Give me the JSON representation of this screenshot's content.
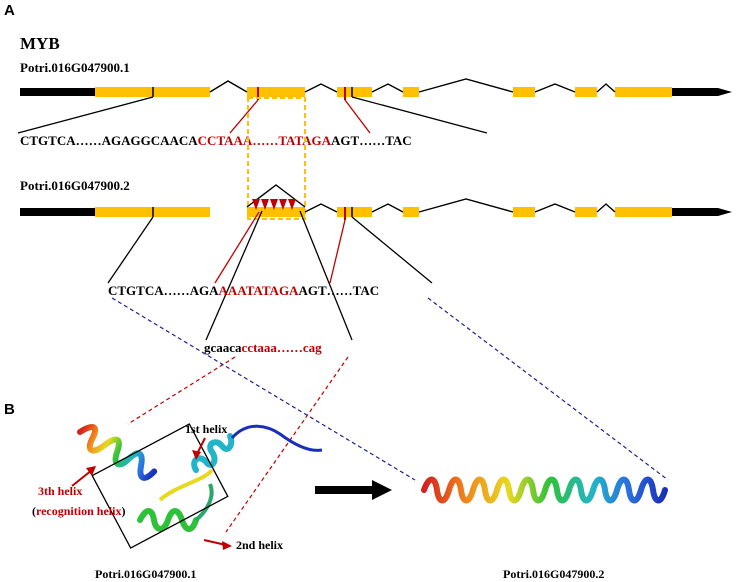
{
  "panels": {
    "a": "A",
    "b": "B"
  },
  "gene_title": "MYB",
  "transcript1": {
    "label": "Potri.016G047900.1",
    "seq_black_1": "CTGTCA……AGAGGCAACA",
    "seq_red": "CCTAAA……TATAGA",
    "seq_black_2": "AGT……TAC"
  },
  "transcript2": {
    "label": "Potri.016G047900.2",
    "seq_black_1": "CTGTCA……AGA",
    "seq_red": "AAATATAGA",
    "seq_black_2": "AGT……TAC"
  },
  "intron_seq": {
    "black": "gcaaca",
    "red": "cctaaa……cag"
  },
  "structure_labels": {
    "helix1": "1st helix",
    "helix2": "2nd helix",
    "helix3_a": "3th helix",
    "helix3_b_open": "(",
    "helix3_b_red": "recognition helix",
    "helix3_b_close": ")",
    "protein1": "Potri.016G047900.1",
    "protein2": "Potri.016G047900.2"
  },
  "colors": {
    "exon": "#ffc000",
    "utr": "#000000",
    "highlight_red": "#c00000",
    "connector_red": "#c00000",
    "connector_blue": "#1f1f8f",
    "dashed_box": "#ffc000"
  }
}
